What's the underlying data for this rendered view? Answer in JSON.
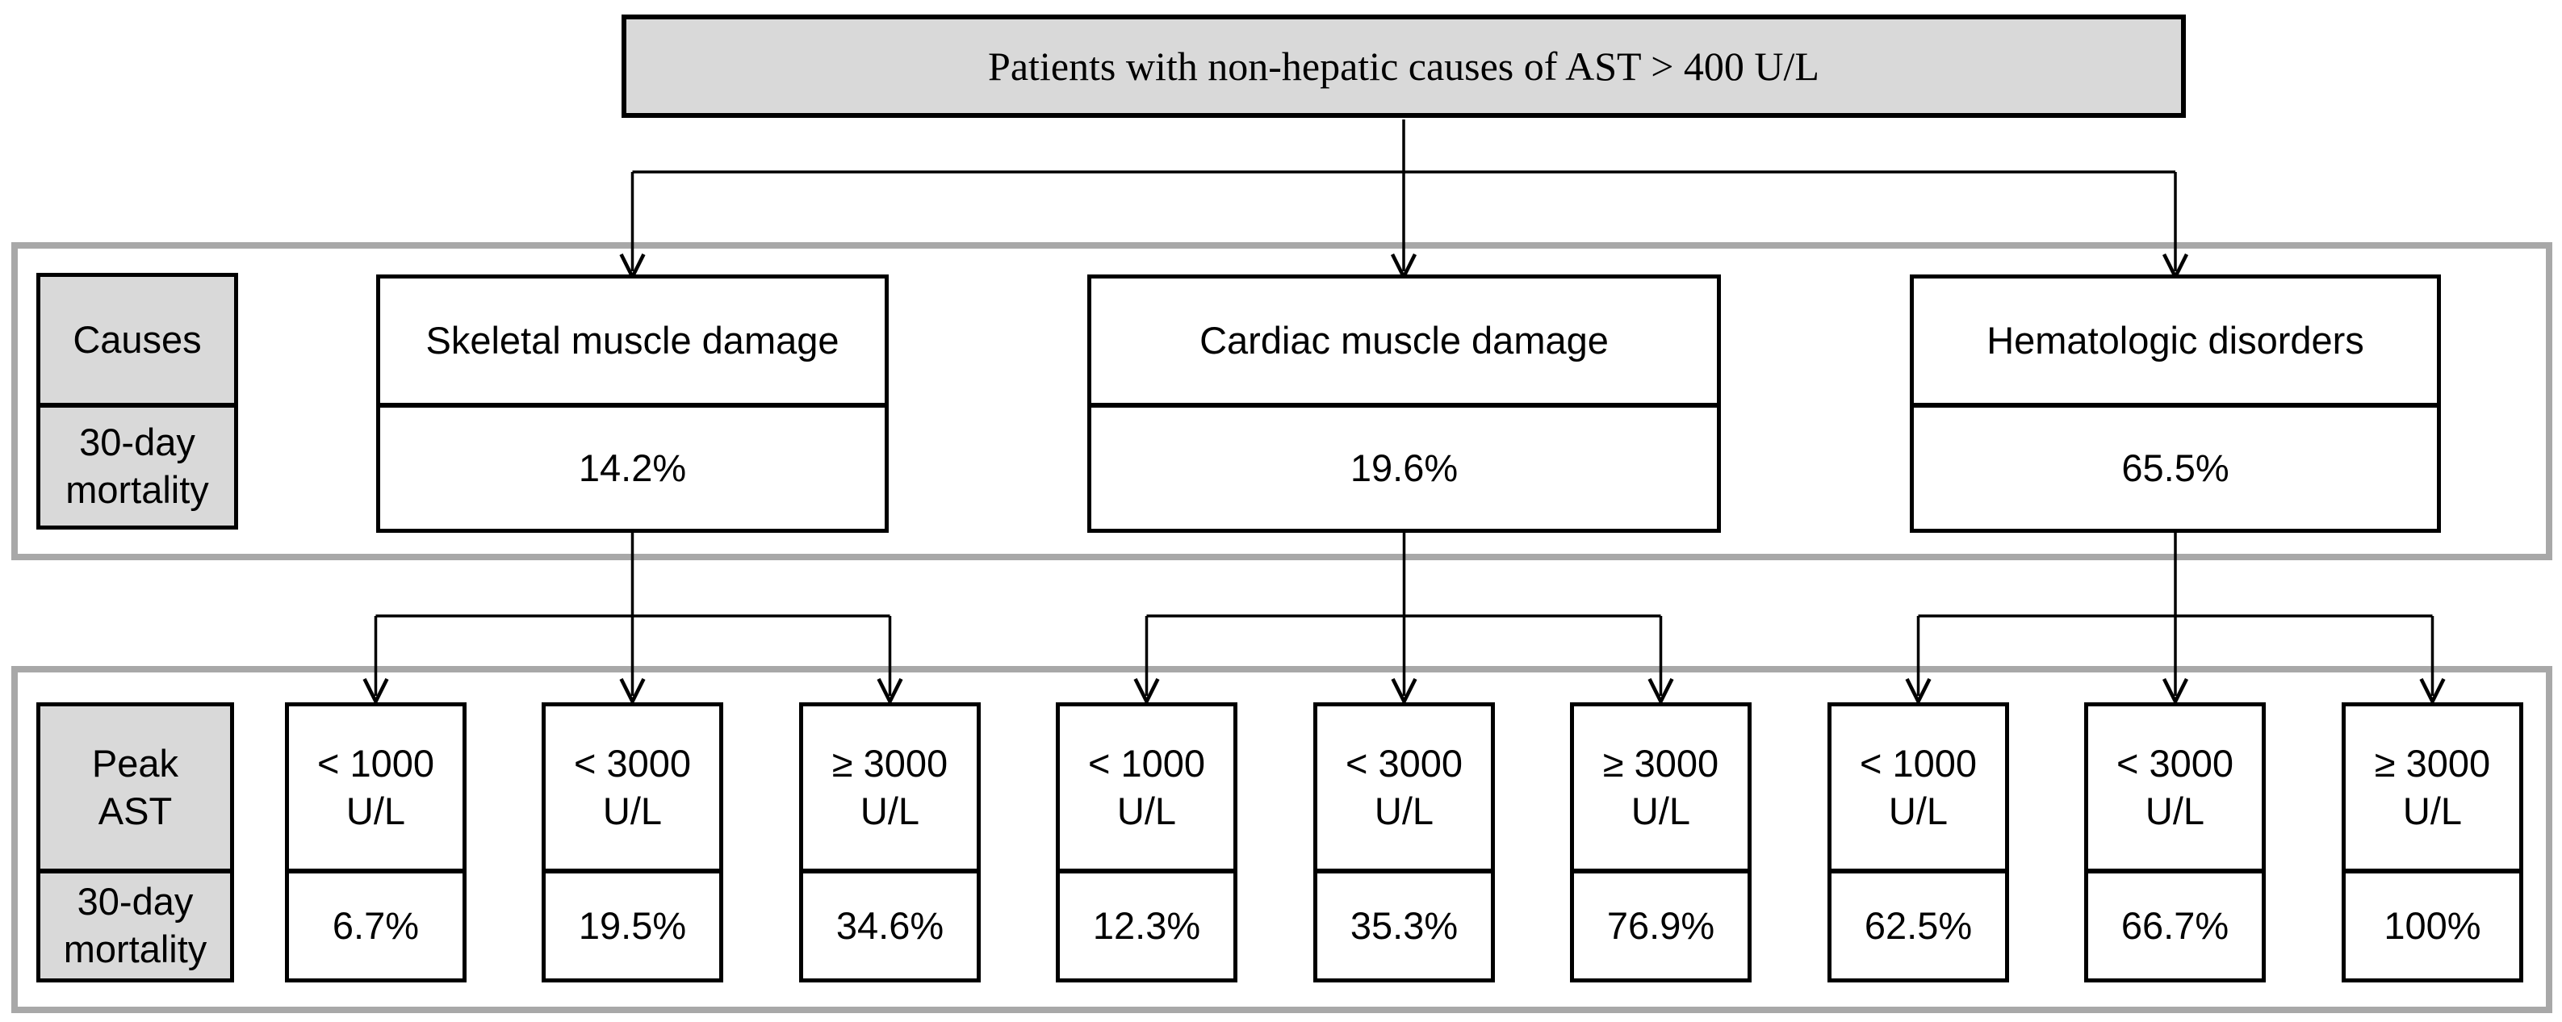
{
  "title": "Patients with non-hepatic causes of AST > 400 U/L",
  "row1_header": {
    "label": "Causes",
    "metric_line1": "30-day",
    "metric_line2": "mortality"
  },
  "row2_header": {
    "label_line1": "Peak",
    "label_line2": "AST",
    "metric_line1": "30-day",
    "metric_line2": "mortality"
  },
  "groups": [
    {
      "name": "Skeletal muscle damage",
      "mortality_30day": "14.2%",
      "children": [
        {
          "peak_ast_line1": "< 1000",
          "peak_ast_line2": "U/L",
          "mortality_30day": "6.7%"
        },
        {
          "peak_ast_line1": "< 3000",
          "peak_ast_line2": "U/L",
          "mortality_30day": "19.5%"
        },
        {
          "peak_ast_line1": "≥ 3000",
          "peak_ast_line2": "U/L",
          "mortality_30day": "34.6%"
        }
      ]
    },
    {
      "name": "Cardiac muscle damage",
      "mortality_30day": "19.6%",
      "children": [
        {
          "peak_ast_line1": "< 1000",
          "peak_ast_line2": "U/L",
          "mortality_30day": "12.3%"
        },
        {
          "peak_ast_line1": "< 3000",
          "peak_ast_line2": "U/L",
          "mortality_30day": "35.3%"
        },
        {
          "peak_ast_line1": "≥ 3000",
          "peak_ast_line2": "U/L",
          "mortality_30day": "76.9%"
        }
      ]
    },
    {
      "name": "Hematologic disorders",
      "mortality_30day": "65.5%",
      "children": [
        {
          "peak_ast_line1": "< 1000",
          "peak_ast_line2": "U/L",
          "mortality_30day": "62.5%"
        },
        {
          "peak_ast_line1": "< 3000",
          "peak_ast_line2": "U/L",
          "mortality_30day": "66.7%"
        },
        {
          "peak_ast_line1": "≥ 3000",
          "peak_ast_line2": "U/L",
          "mortality_30day": "100%"
        }
      ]
    }
  ],
  "colors": {
    "header_fill": "#d9d9d9",
    "container_border": "#a8a8a8",
    "node_border": "#000000",
    "connector": "#000000"
  }
}
